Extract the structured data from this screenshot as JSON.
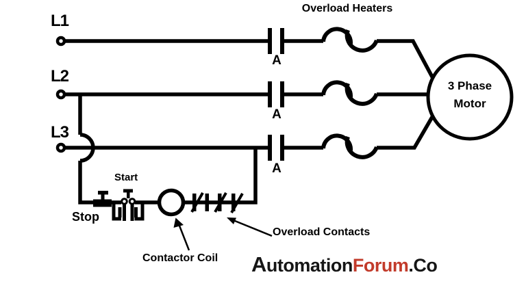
{
  "labels": {
    "l1": "L1",
    "l2": "L2",
    "l3": "L3",
    "overload_heaters": "Overload Heaters",
    "contact_a_l1": "A",
    "contact_a_l2": "A",
    "contact_a_l3": "A",
    "motor_line1": "3 Phase",
    "motor_line2": "Motor",
    "start": "Start",
    "stop": "Stop",
    "contactor_coil": "Contactor Coil",
    "overload_contacts": "Overload Contacts"
  },
  "logo": {
    "initial": "A",
    "automation_rest": "utomation",
    "forum": "Forum",
    "dot": ".",
    "co": "Co"
  },
  "colors": {
    "line": "#000000",
    "background": "#ffffff",
    "logo_text": "#161616",
    "logo_accent": "#c23b2b"
  }
}
